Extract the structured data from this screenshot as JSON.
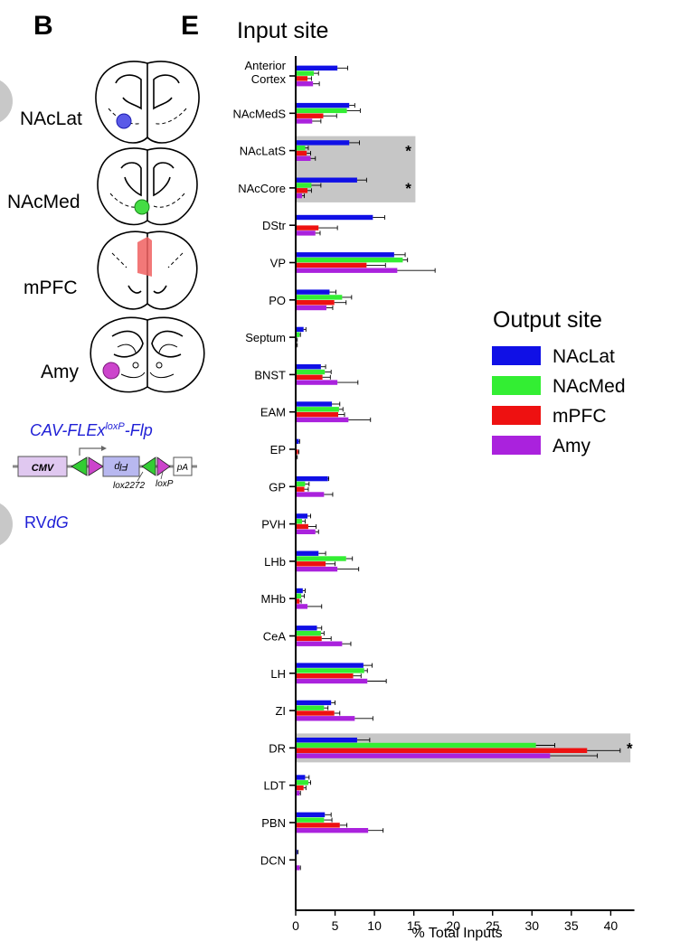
{
  "panels": {
    "left_letter": "B",
    "right_letter": "E"
  },
  "left_panel": {
    "regions": [
      {
        "label": "NAcLat",
        "color": "#5a5ae8"
      },
      {
        "label": "NAcMed",
        "color": "#44dd44"
      },
      {
        "label": "mPFC",
        "color": "#f06060"
      },
      {
        "label": "Amy",
        "color": "#cc44cc"
      }
    ],
    "construct": {
      "prefix": "CAV-FLEx",
      "superscript": "loxP",
      "suffix": "-Flp",
      "promoter": "CMV",
      "gene": "Flp",
      "polyA": "pA",
      "site1": "lox2272",
      "site2": "loxP"
    },
    "rv_label_prefix": "RV",
    "rv_label_italic": "dG"
  },
  "chart_data": {
    "type": "bar",
    "orientation": "horizontal",
    "title": "Input site",
    "xlabel": "% Total Inputs",
    "xlim": [
      0,
      43
    ],
    "xticks": [
      0,
      5,
      10,
      15,
      20,
      25,
      30,
      35,
      40
    ],
    "legend": {
      "title": "Output site",
      "placement": "right"
    },
    "categories": [
      "Anterior Cortex",
      "NAcMedS",
      "NAcLatS",
      "NAcCore",
      "DStr",
      "VP",
      "PO",
      "Septum",
      "BNST",
      "EAM",
      "EP",
      "GP",
      "PVH",
      "LHb",
      "MHb",
      "CeA",
      "LH",
      "ZI",
      "DR",
      "LDT",
      "PBN",
      "DCN"
    ],
    "highlighted": [
      {
        "categories": [
          "NAcLatS",
          "NAcCore"
        ],
        "x_end": 15.2
      },
      {
        "categories": [
          "DR"
        ],
        "x_end": 42.5
      }
    ],
    "significance": [
      {
        "category": "NAcLatS",
        "label": "*"
      },
      {
        "category": "NAcCore",
        "label": "*"
      },
      {
        "category": "DR",
        "label": "*"
      }
    ],
    "series": [
      {
        "name": "NAcLat",
        "color": "#1010e6",
        "values": [
          5.3,
          6.8,
          6.8,
          7.8,
          9.8,
          12.5,
          4.3,
          1.0,
          3.2,
          4.6,
          0.4,
          4.1,
          1.5,
          2.9,
          0.9,
          2.7,
          8.6,
          4.5,
          7.8,
          1.2,
          3.7,
          0.2
        ],
        "errors": [
          1.3,
          0.7,
          1.3,
          1.2,
          1.5,
          1.4,
          0.8,
          0.3,
          0.6,
          1.0,
          0.1,
          0.1,
          0.4,
          0.9,
          0.3,
          0.6,
          1.1,
          0.5,
          1.6,
          0.5,
          0.8,
          0.1
        ]
      },
      {
        "name": "NAcMed",
        "color": "#33ee33",
        "values": [
          2.3,
          6.5,
          1.2,
          2.0,
          0.0,
          13.6,
          5.9,
          0.5,
          3.7,
          5.5,
          0.0,
          1.2,
          0.8,
          6.4,
          0.7,
          3.2,
          8.7,
          3.6,
          30.5,
          1.6,
          3.6,
          0.0
        ],
        "errors": [
          0.6,
          1.7,
          0.4,
          1.2,
          0.0,
          0.6,
          1.2,
          0.1,
          0.8,
          0.5,
          0.0,
          0.5,
          0.4,
          0.8,
          0.4,
          0.4,
          0.4,
          0.5,
          2.4,
          0.3,
          1.0,
          0.0
        ]
      },
      {
        "name": "mPFC",
        "color": "#ee1111",
        "values": [
          1.5,
          3.5,
          1.4,
          1.5,
          2.9,
          9.0,
          4.9,
          0.1,
          3.4,
          5.4,
          0.3,
          1.1,
          1.6,
          3.8,
          0.5,
          3.3,
          7.3,
          4.9,
          37.0,
          1.0,
          5.6,
          0.0
        ],
        "errors": [
          0.5,
          1.7,
          0.5,
          0.5,
          2.4,
          2.4,
          1.5,
          0.1,
          1.0,
          0.8,
          0.1,
          0.5,
          1.0,
          1.2,
          0.2,
          1.2,
          1.0,
          0.7,
          4.2,
          0.3,
          0.9,
          0.0
        ]
      },
      {
        "name": "Amy",
        "color": "#aa22dd",
        "values": [
          2.2,
          2.1,
          1.9,
          0.8,
          2.5,
          12.9,
          3.9,
          0.1,
          5.3,
          6.7,
          0.1,
          3.6,
          2.5,
          5.3,
          1.5,
          5.9,
          9.1,
          7.5,
          32.3,
          0.5,
          9.2,
          0.5
        ],
        "errors": [
          0.8,
          1.1,
          0.6,
          0.3,
          0.6,
          4.8,
          0.8,
          0.1,
          2.6,
          2.8,
          0.1,
          1.1,
          0.4,
          2.7,
          1.8,
          1.1,
          2.4,
          2.3,
          6.0,
          0.1,
          1.9,
          0.1
        ]
      }
    ]
  }
}
